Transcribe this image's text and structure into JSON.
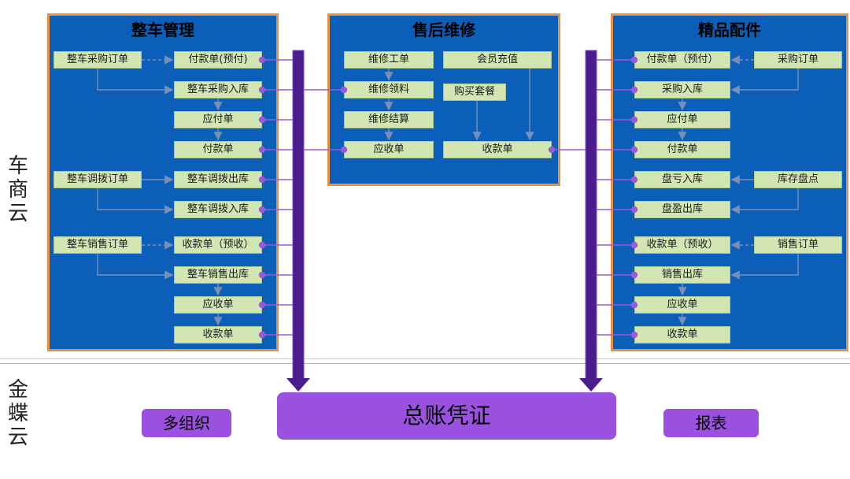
{
  "side_labels": {
    "top": "车商云",
    "bottom": "金蝶云"
  },
  "left_panel": {
    "title": "整车管理",
    "boxes": {
      "purchase_order": "整车采购订单",
      "payment_prepaid": "付款单(预付)",
      "purchase_in": "整车采购入库",
      "payable": "应付单",
      "payment": "付款单",
      "transfer_order": "整车调拨订单",
      "transfer_out": "整车调拨出库",
      "transfer_in": "整车调拨入库",
      "sales_order": "整车销售订单",
      "receipt_prepaid": "收款单（预收）",
      "sales_out": "整车销售出库",
      "receivable": "应收单",
      "receipt": "收款单"
    }
  },
  "middle_panel": {
    "title": "售后维修",
    "boxes": {
      "repair_order": "维修工单",
      "member_recharge": "会员充值",
      "repair_material": "维修领料",
      "buy_package": "购买套餐",
      "repair_settle": "维修结算",
      "receivable": "应收单",
      "receipt": "收款单"
    }
  },
  "right_panel": {
    "title": "精品配件",
    "boxes": {
      "payment_prepaid": "付款单（预付）",
      "purchase_order": "采购订单",
      "purchase_in": "采购入库",
      "payable": "应付单",
      "payment": "付款单",
      "inventory_loss_in": "盘亏入库",
      "stock_count": "库存盘点",
      "inventory_gain_out": "盘盈出库",
      "receipt_prepaid": "收款单（预收）",
      "sales_order": "销售订单",
      "sales_out": "销售出库",
      "receivable": "应收单",
      "receipt": "收款单"
    }
  },
  "bottom": {
    "left_button": "多组织",
    "center_banner": "总账凭证",
    "right_button": "报表"
  },
  "colors": {
    "panel_bg": "#0b5fb8",
    "panel_border": "#e7913f",
    "box_bg": "#d2e6b4",
    "bus": "#4b1d8c",
    "connector": "#9b59d8",
    "arrow": "#7a8fb8",
    "button": "#9b51e0"
  }
}
